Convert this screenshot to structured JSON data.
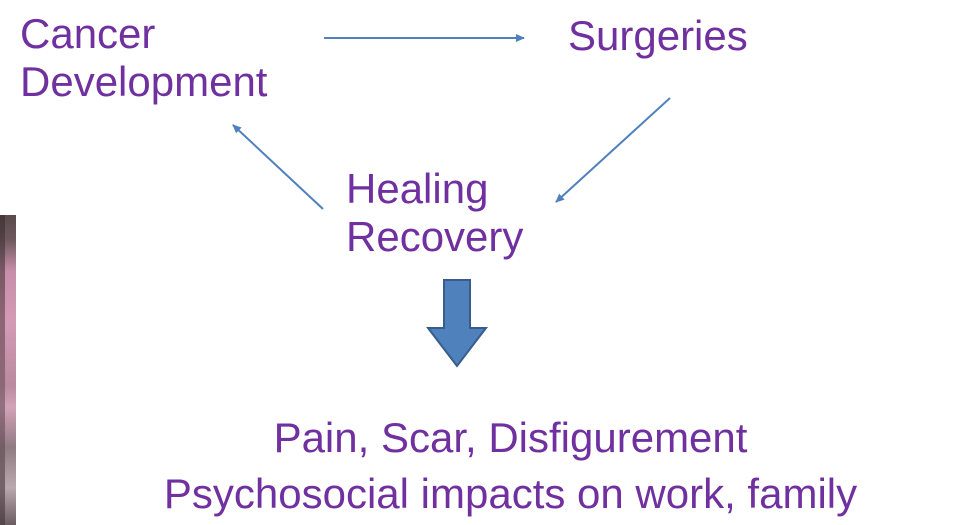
{
  "nodes": {
    "cancer": {
      "line1": "Cancer",
      "line2": "Development"
    },
    "surgeries": {
      "label": "Surgeries"
    },
    "healing": {
      "line1": "Healing",
      "line2": "Recovery"
    }
  },
  "outcome": {
    "line1": "Pain, Scar, Disfigurement",
    "line2": "Psychosocial impacts on work, family"
  },
  "colors": {
    "text": "#7030a0",
    "arrow": "#4f81bd",
    "block_arrow_fill": "#4f81bd",
    "block_arrow_stroke": "#385d8a"
  },
  "icons": {
    "flow_arrows": "thin-arrow",
    "down_arrow": "block-down-arrow"
  }
}
